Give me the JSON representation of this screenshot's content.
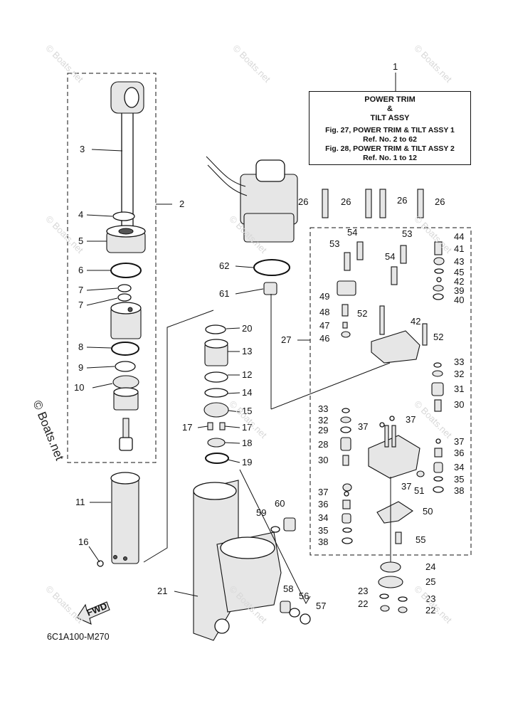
{
  "title_box": {
    "line1": "POWER TRIM",
    "line2": "&",
    "line3": "TILT ASSY",
    "line4": "Fig. 27, POWER TRIM & TILT ASSY 1",
    "line5": "Ref. No. 2 to 62",
    "line6": "Fig. 28, POWER TRIM & TILT ASSY 2",
    "line7": "Ref. No. 1 to 12"
  },
  "diagram_code": "6C1A100-M270",
  "fwd_label": "FWD",
  "watermark": "© Boats.net",
  "callouts": {
    "c1": "1",
    "c2": "2",
    "c3": "3",
    "c4": "4",
    "c5": "5",
    "c6": "6",
    "c7a": "7",
    "c7b": "7",
    "c8": "8",
    "c9": "9",
    "c10": "10",
    "c11": "11",
    "c12": "12",
    "c13": "13",
    "c14": "14",
    "c15": "15",
    "c16": "16",
    "c17a": "17",
    "c17b": "17",
    "c18": "18",
    "c19": "19",
    "c20": "20",
    "c21": "21",
    "c22a": "22",
    "c22b": "22",
    "c23a": "23",
    "c23b": "23",
    "c24": "24",
    "c25": "25",
    "c26a": "26",
    "c26b": "26",
    "c26c": "26",
    "c26d": "26",
    "c27": "27",
    "c28": "28",
    "c29": "29",
    "c30a": "30",
    "c30b": "30",
    "c31": "31",
    "c32a": "32",
    "c32b": "32",
    "c33a": "33",
    "c33b": "33",
    "c34a": "34",
    "c34b": "34",
    "c35a": "35",
    "c35b": "35",
    "c36a": "36",
    "c36b": "36",
    "c37a": "37",
    "c37b": "37",
    "c37c": "37",
    "c37d": "37",
    "c37e": "37",
    "c38a": "38",
    "c38b": "38",
    "c39": "39",
    "c40": "40",
    "c41": "41",
    "c42a": "42",
    "c42b": "42",
    "c43": "43",
    "c44": "44",
    "c45": "45",
    "c46": "46",
    "c47": "47",
    "c48": "48",
    "c49": "49",
    "c50": "50",
    "c51": "51",
    "c52a": "52",
    "c52b": "52",
    "c53a": "53",
    "c53b": "53",
    "c54a": "54",
    "c54b": "54",
    "c55": "55",
    "c56": "56",
    "c57": "57",
    "c58": "58",
    "c59": "59",
    "c60": "60",
    "c61": "61",
    "c62": "62"
  }
}
